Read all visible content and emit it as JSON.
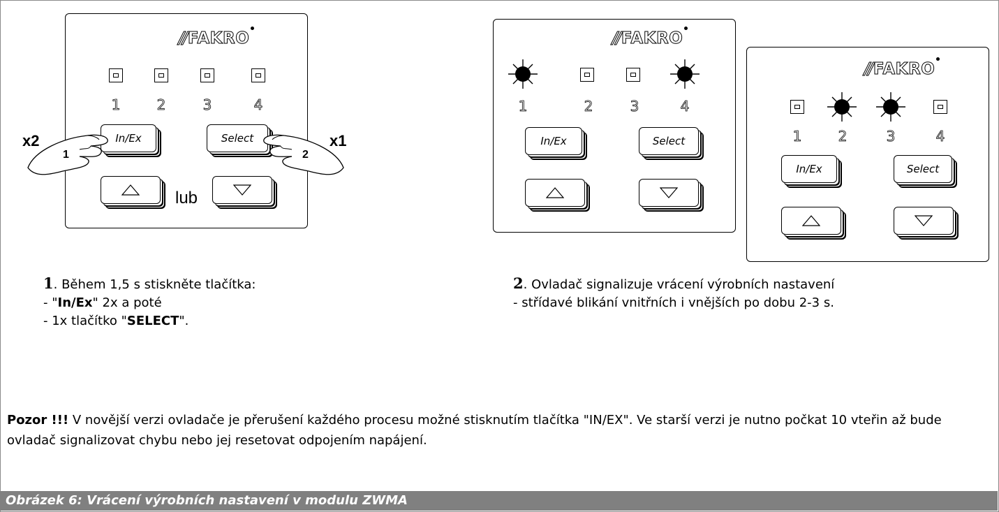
{
  "brand": "FAKRO",
  "buttons": {
    "inex": "In/Ex",
    "select": "Select"
  },
  "led_numbers": [
    "1",
    "2",
    "3",
    "4"
  ],
  "panel1": {
    "lub": "lub",
    "left_multiplier": "x2",
    "right_multiplier": "x1",
    "left_step": "1",
    "right_step": "2"
  },
  "panel2": {
    "lit_leds": [
      "1",
      "4"
    ]
  },
  "panel3": {
    "lit_leds": [
      "2",
      "3"
    ]
  },
  "caption1": {
    "number": "1",
    "line1": ". Během 1,5 s stiskněte tlačítka:",
    "line2_pre": "- \"",
    "line2_bold": "In/Ex",
    "line2_post": "\" 2x a poté",
    "line3_pre": "- 1x tlačítko \"",
    "line3_bold": "SELECT",
    "line3_post": "\"."
  },
  "caption2": {
    "number": "2",
    "line1": ". Ovladač signalizuje vrácení výrobních nastavení",
    "line2": "- střídavé blikání vnitřních i vnějších po dobu 2-3 s."
  },
  "warning": {
    "bold": "Pozor !!!",
    "text": " V novější verzi ovladače je přerušení každého procesu možné stisknutím tlačítka \"IN/EX\". Ve starší verzi je nutno počkat 10 vteřin až bude ovladač signalizovat chybu nebo jej resetovat odpojením napájení."
  },
  "figure_caption": "Obrázek 6: Vrácení výrobních nastavení v modulu ZWMA"
}
